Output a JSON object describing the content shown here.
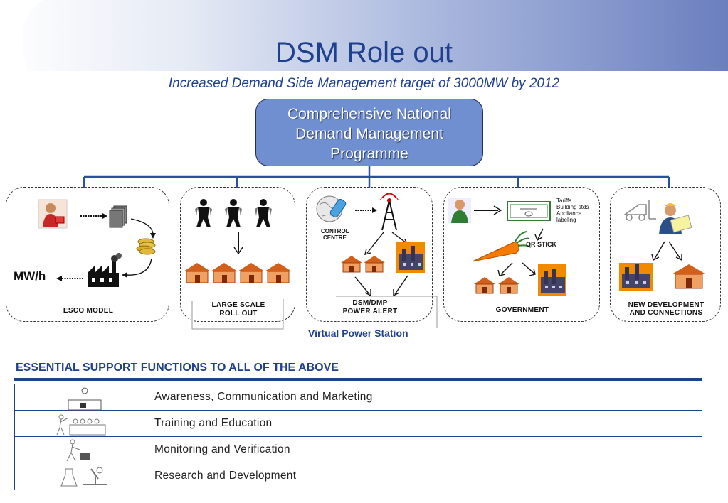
{
  "title": "DSM Role out",
  "subtitle": "Increased Demand Side Management target of 3000MW by 2012",
  "center_box": {
    "line1": "Comprehensive National",
    "line2": "Demand Management",
    "line3": "Programme"
  },
  "panels": {
    "esco": {
      "label": "ESCO MODEL",
      "unit": "MW/h"
    },
    "large_scale": {
      "label_line1": "LARGE SCALE",
      "label_line2": "ROLL OUT"
    },
    "dsm": {
      "control_line1": "CONTROL",
      "control_line2": "CENTRE",
      "label_line1": "DSM/DMP",
      "label_line2": "POWER ALERT"
    },
    "government": {
      "label": "GOVERNMENT",
      "or_stick": "OR STICK",
      "notes": [
        "Tariffs",
        "Building stds",
        "Appliance",
        "labeling"
      ]
    },
    "new_dev": {
      "label_line1": "NEW DEVELOPMENT",
      "label_line2": "AND CONNECTIONS"
    }
  },
  "virtual_power_station": "Virtual Power Station",
  "essential": {
    "title": "ESSENTIAL SUPPORT FUNCTIONS TO ALL OF THE ABOVE",
    "rows": [
      {
        "label": "Awareness, Communication and Marketing",
        "icon": "presenter-podium-icon"
      },
      {
        "label": "Training and Education",
        "icon": "classroom-icon"
      },
      {
        "label": "Monitoring and Verification",
        "icon": "inspector-icon"
      },
      {
        "label": "Research and Development",
        "icon": "lab-microscope-icon"
      }
    ]
  },
  "colors": {
    "title_blue": "#1f3f8f",
    "box_fill": "#6f8fd0",
    "connector_blue": "#2a4fa0",
    "banner_light": "#e6ebf5",
    "banner_dark": "#6b7fbf",
    "house_orange": "#e07020",
    "factory_orange": "#f08000"
  }
}
